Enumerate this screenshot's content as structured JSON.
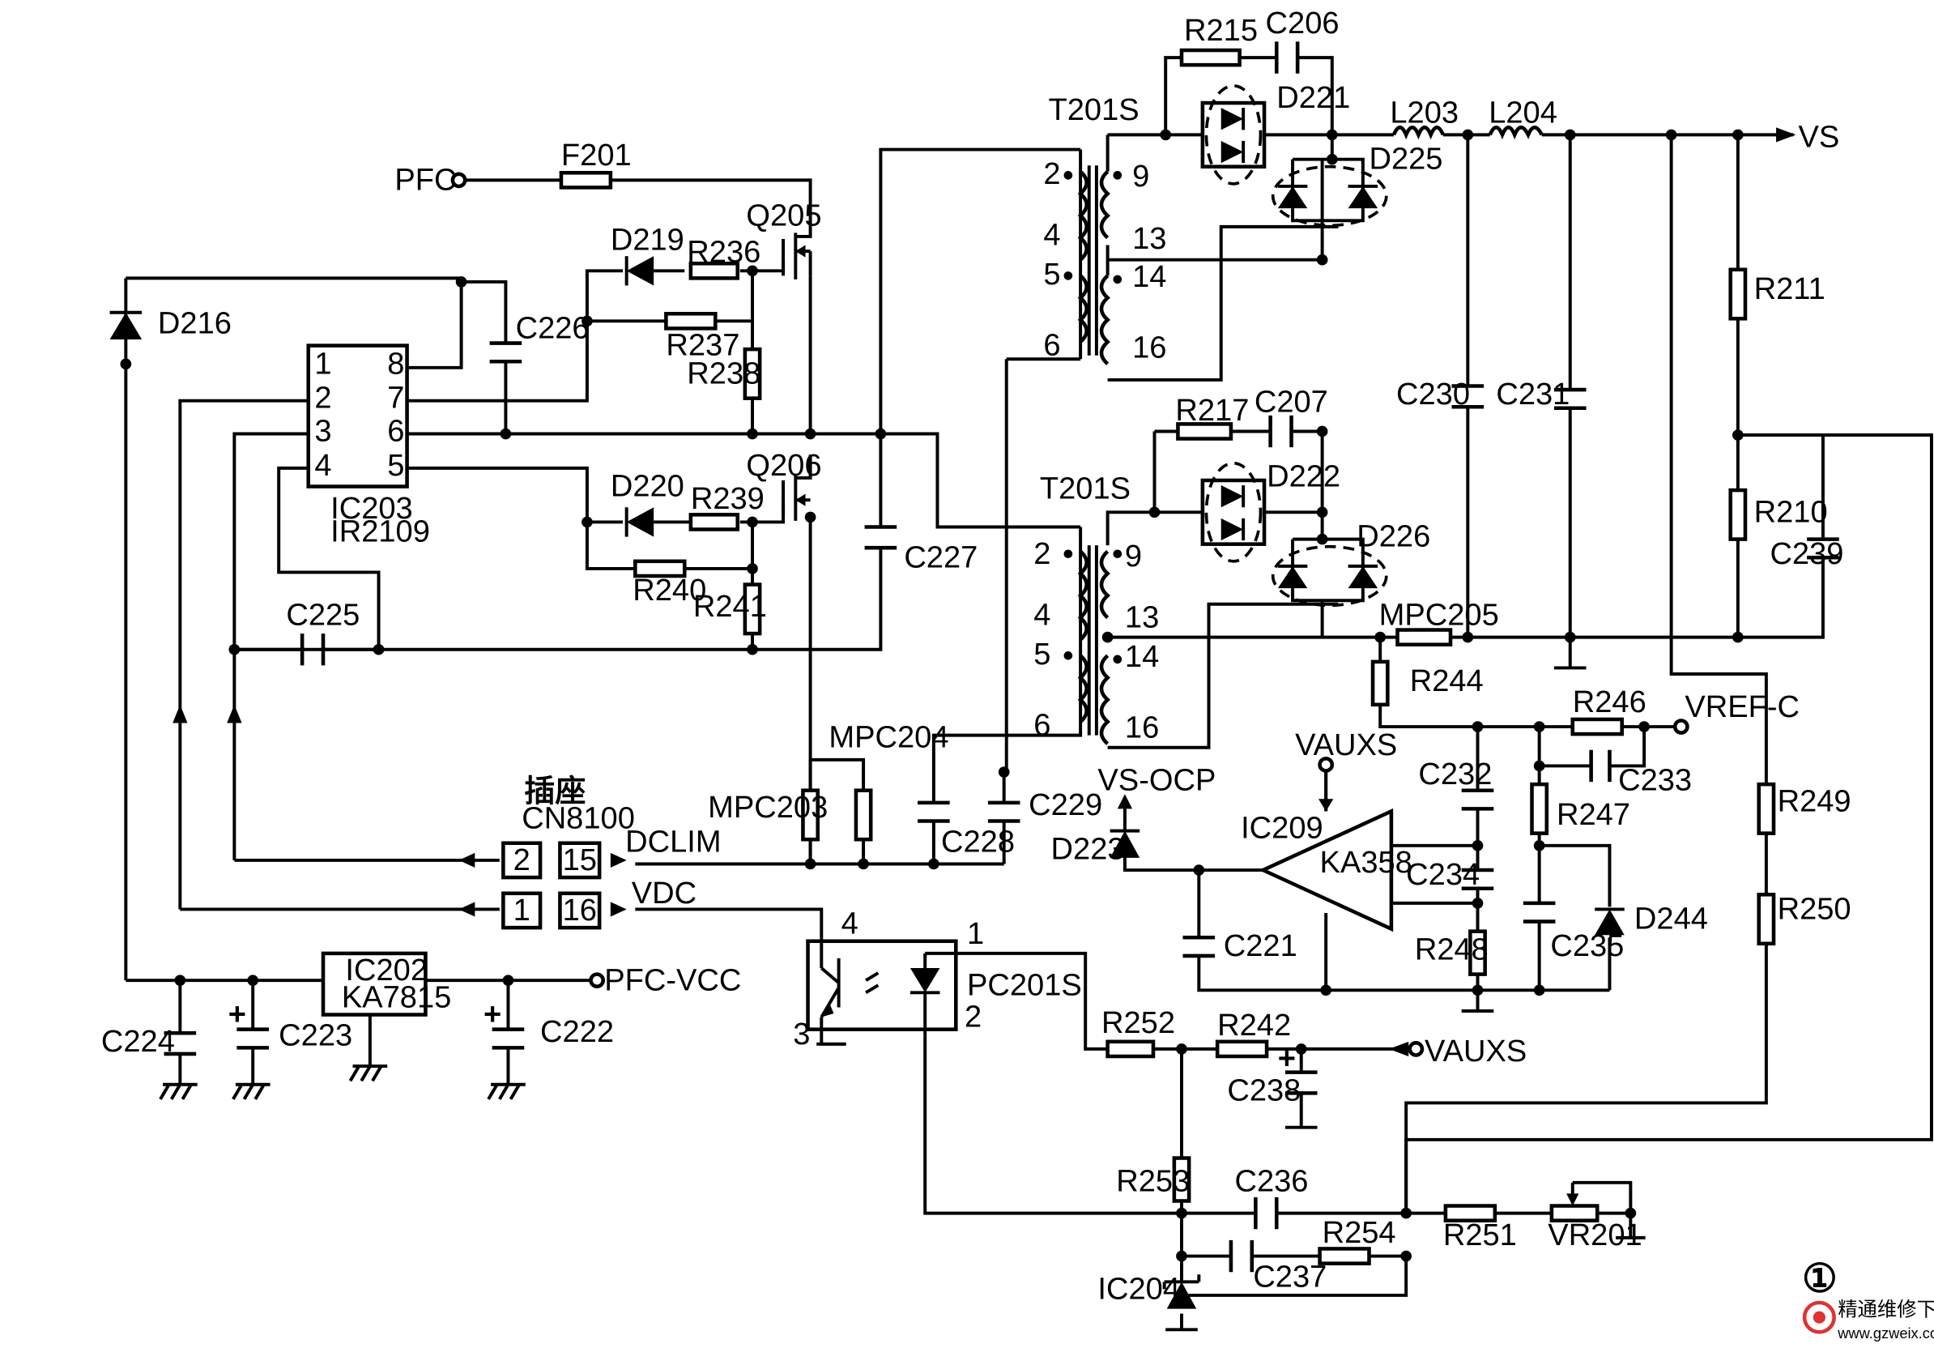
{
  "labels": {
    "pfc": "PFC",
    "f201": "F201",
    "q205": "Q205",
    "q206": "Q206",
    "d219": "D219",
    "d220": "D220",
    "d216": "D216",
    "d221": "D221",
    "d222": "D222",
    "d223": "D223",
    "d225": "D225",
    "d226": "D226",
    "d244": "D244",
    "r236": "R236",
    "r237": "R237",
    "r238": "R238",
    "r239": "R239",
    "r240": "R240",
    "r241": "R241",
    "r215": "R215",
    "r217": "R217",
    "r211": "R211",
    "r210": "R210",
    "r244": "R244",
    "r246": "R246",
    "r247": "R247",
    "r248": "R248",
    "r249": "R249",
    "r250": "R250",
    "r251": "R251",
    "r252": "R252",
    "r242": "R242",
    "r253": "R253",
    "r254": "R254",
    "c206": "C206",
    "c207": "C207",
    "c221": "C221",
    "c222": "C222",
    "c223": "C223",
    "c224": "C224",
    "c225": "C225",
    "c226": "C226",
    "c227": "C227",
    "c228": "C228",
    "c229": "C229",
    "c230": "C230",
    "c231": "C231",
    "c232": "C232",
    "c233": "C233",
    "c234": "C234",
    "c235": "C235",
    "c236": "C236",
    "c237": "C237",
    "c238": "C238",
    "c239": "C239",
    "l203": "L203",
    "l204": "L204",
    "t201s_a": "T201S",
    "t201s_b": "T201S",
    "ic203": "IC203",
    "ir2109": "IR2109",
    "ic202": "IC202",
    "ka7815": "KA7815",
    "ic209": "IC209",
    "ka358": "KA358",
    "ic204": "IC204",
    "pc201s": "PC201S",
    "mpc203": "MPC203",
    "mpc204": "MPC204",
    "mpc205": "MPC205",
    "vr201": "VR201",
    "vs": "VS",
    "vref_c": "VREF-C",
    "vauxs_top": "VAUXS",
    "vauxs_in": "VAUXS",
    "vs_ocp": "VS-OCP",
    "pfc_vcc": "PFC-VCC",
    "dclim": "DCLIM",
    "vdc": "VDC",
    "socket": "插座",
    "cn8100": "CN8100",
    "fig_no": "①"
  },
  "pins": {
    "ic203": [
      "1",
      "2",
      "3",
      "4",
      "8",
      "7",
      "6",
      "5"
    ],
    "t1": [
      "2",
      "4",
      "5",
      "6",
      "9",
      "13",
      "14",
      "16"
    ],
    "t2": [
      "2",
      "4",
      "5",
      "6",
      "9",
      "13",
      "14",
      "16"
    ],
    "cn": [
      "2",
      "15",
      "1",
      "16"
    ],
    "pc": [
      "4",
      "1",
      "3",
      "2"
    ]
  },
  "watermark": {
    "site_cn": "精通维修下载",
    "site_url": "www.gzweix.com"
  }
}
